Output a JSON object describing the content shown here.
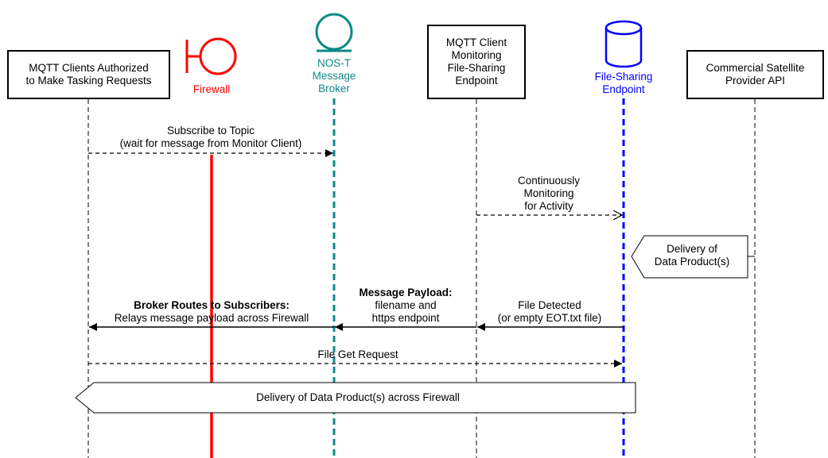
{
  "colors": {
    "black": "#000000",
    "firewall": "#ff0000",
    "broker": "#0e8a85",
    "endpoint": "#0000ff"
  },
  "participants": {
    "clients": {
      "lines": [
        "MQTT Clients Authorized",
        "to Make Tasking Requests"
      ]
    },
    "firewall": {
      "icon": "boundary-icon",
      "lines": [
        "Firewall"
      ]
    },
    "broker": {
      "icon": "entity-icon",
      "lines": [
        "NOS-T",
        "Message",
        "Broker"
      ]
    },
    "monitor": {
      "lines": [
        "MQTT Client",
        "Monitoring",
        "File-Sharing",
        "Endpoint"
      ]
    },
    "endpoint": {
      "icon": "database-icon",
      "lines": [
        "File-",
        "Sharing",
        "Endpoint"
      ],
      "display": [
        "File-Sharing",
        "Endpoint"
      ]
    },
    "provider": {
      "lines": [
        "Commercial Satellite",
        "Provider API"
      ]
    }
  },
  "messages": {
    "subscribe": {
      "lines": [
        "Subscribe to Topic",
        "(wait for message from Monitor Client)"
      ]
    },
    "monitoring": {
      "lines": [
        "Continuously",
        "Monitoring",
        "for Activity"
      ]
    },
    "delivery_provider": {
      "lines": [
        "Delivery of",
        "Data Product(s)"
      ]
    },
    "file_detected": {
      "lines": [
        "File Detected",
        "(or empty EOT.txt file)"
      ]
    },
    "payload": {
      "title": "Message Payload:",
      "lines": [
        "filename and",
        "https endpoint"
      ]
    },
    "routes": {
      "title": "Broker Routes to Subscribers:",
      "lines": [
        "Relays message payload across Firewall"
      ]
    },
    "get_request": {
      "lines": [
        "File Get Request"
      ]
    },
    "delivery_firewall": {
      "lines": [
        "Delivery of Data Product(s) across Firewall"
      ]
    }
  }
}
